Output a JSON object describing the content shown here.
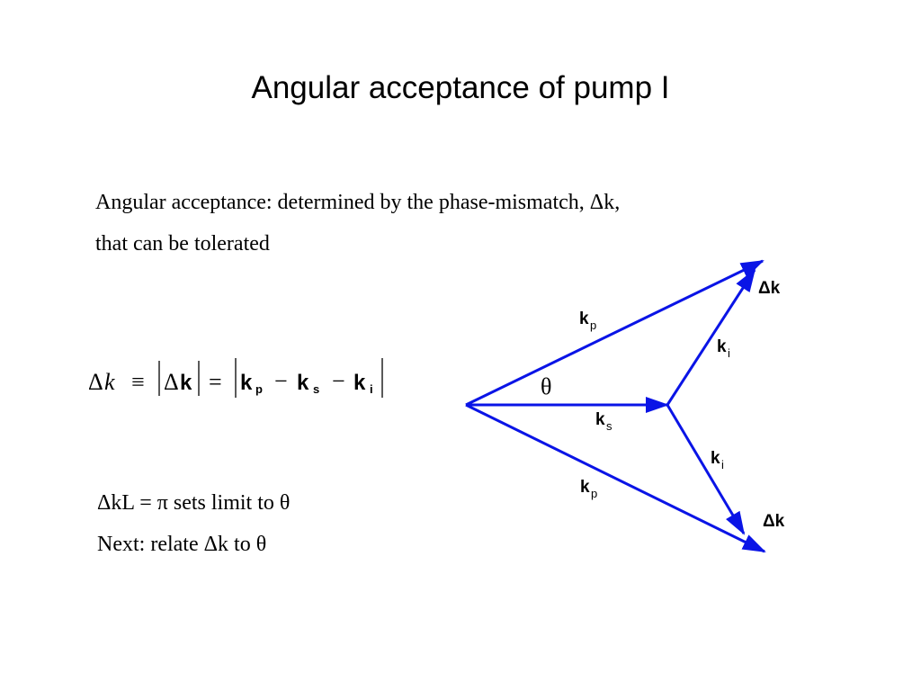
{
  "slide": {
    "title": "Angular acceptance of pump I",
    "text_lines": [
      "Angular acceptance: determined by the phase-mismatch, Δk,",
      "that can be tolerated",
      "ΔkL = π  sets limit to θ",
      "Next: relate Δk to θ"
    ]
  },
  "equation": {
    "delta": "Δ",
    "k_italic": "k",
    "equiv": "≡",
    "equals": "=",
    "minus": "−",
    "k_bold": "k",
    "sub_p": "p",
    "sub_s": "s",
    "sub_i": "i"
  },
  "diagram": {
    "arrow_color": "#0a14e6",
    "k_symbol": "k",
    "labels": {
      "kp_upper_sub": "p",
      "ki_upper_sub": "i",
      "ks_sub": "s",
      "ki_lower_sub": "i",
      "kp_lower_sub": "p",
      "dk_upper": "Δk",
      "dk_lower": "Δk",
      "theta": "θ"
    }
  }
}
